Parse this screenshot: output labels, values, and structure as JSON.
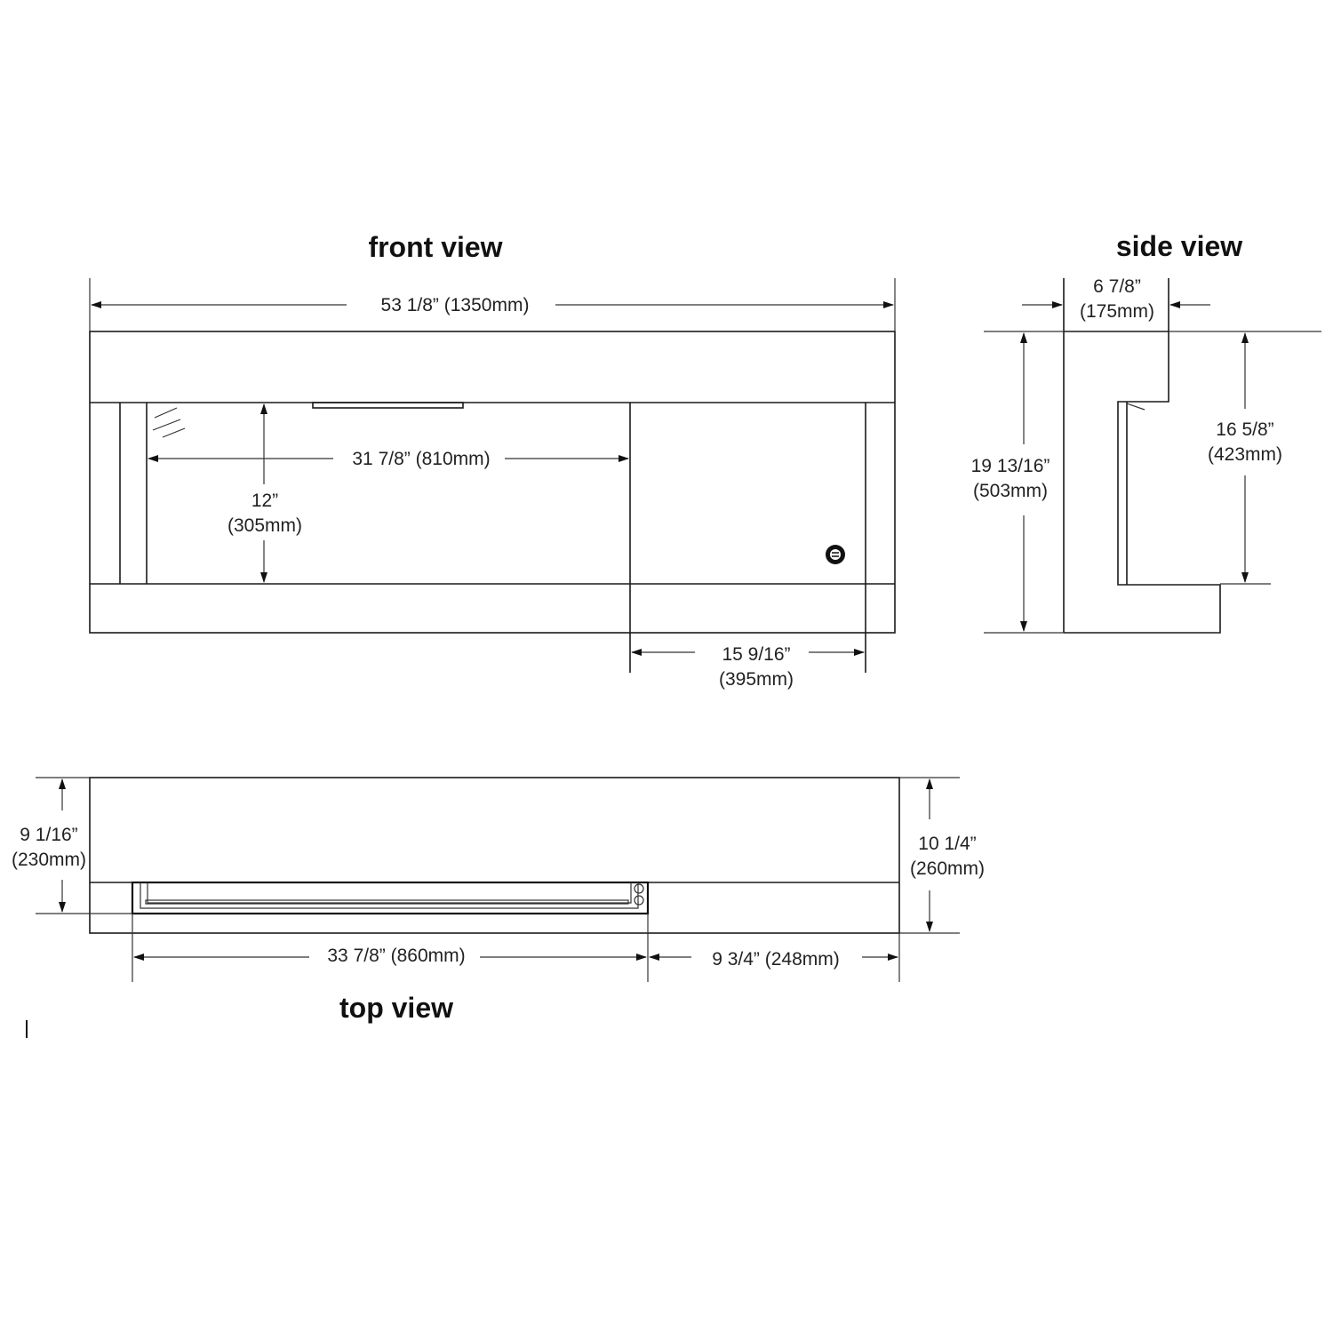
{
  "front_view": {
    "title": "front view",
    "overall_width": "53 1/8” (1350mm)",
    "opening_width": "31 7/8” (810mm)",
    "opening_height_in": "12”",
    "opening_height_mm": "(305mm)",
    "right_panel_in": "15 9/16”",
    "right_panel_mm": "(395mm)"
  },
  "side_view": {
    "title": "side view",
    "depth_in": "6 7/8”",
    "depth_mm": "(175mm)",
    "overall_height_in": "19 13/16”",
    "overall_height_mm": "(503mm)",
    "inner_height_in": "16 5/8”",
    "inner_height_mm": "(423mm)"
  },
  "top_view": {
    "title": "top view",
    "left_depth_in": "9 1/16”",
    "left_depth_mm": "(230mm)",
    "right_depth_in": "10 1/4”",
    "right_depth_mm": "(260mm)",
    "firebox_width": "33 7/8” (860mm)",
    "right_offset": "9 3/4” (248mm)"
  }
}
